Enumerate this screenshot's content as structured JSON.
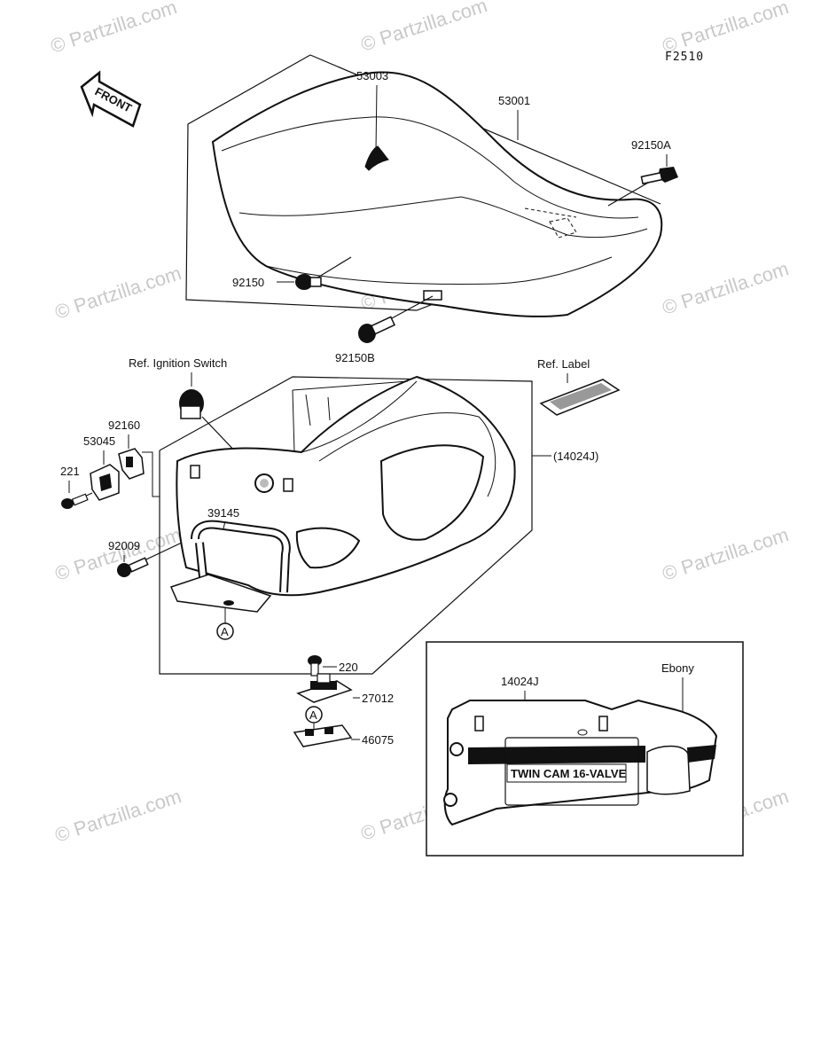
{
  "figure_code": "F2510",
  "front_arrow": "FRONT",
  "watermark": "© Partzilla.com",
  "parts": {
    "seat_cover": "53003",
    "seat": "53001",
    "bolt_a": "92150A",
    "bolt": "92150",
    "bolt_b": "92150B",
    "ref_ignition": "Ref. Ignition Switch",
    "ref_label": "Ref. Label",
    "cover_paren": "(14024J)",
    "clip": "92160",
    "bracket": "53045",
    "screw": "221",
    "grip": "39145",
    "bolt_92009": "92009",
    "circle_a": "A",
    "screw_220": "220",
    "hinge": "27012",
    "pad": "46075"
  },
  "inset": {
    "part": "14024J",
    "color": "Ebony",
    "decal": "TWIN CAM 16-VALVE"
  }
}
